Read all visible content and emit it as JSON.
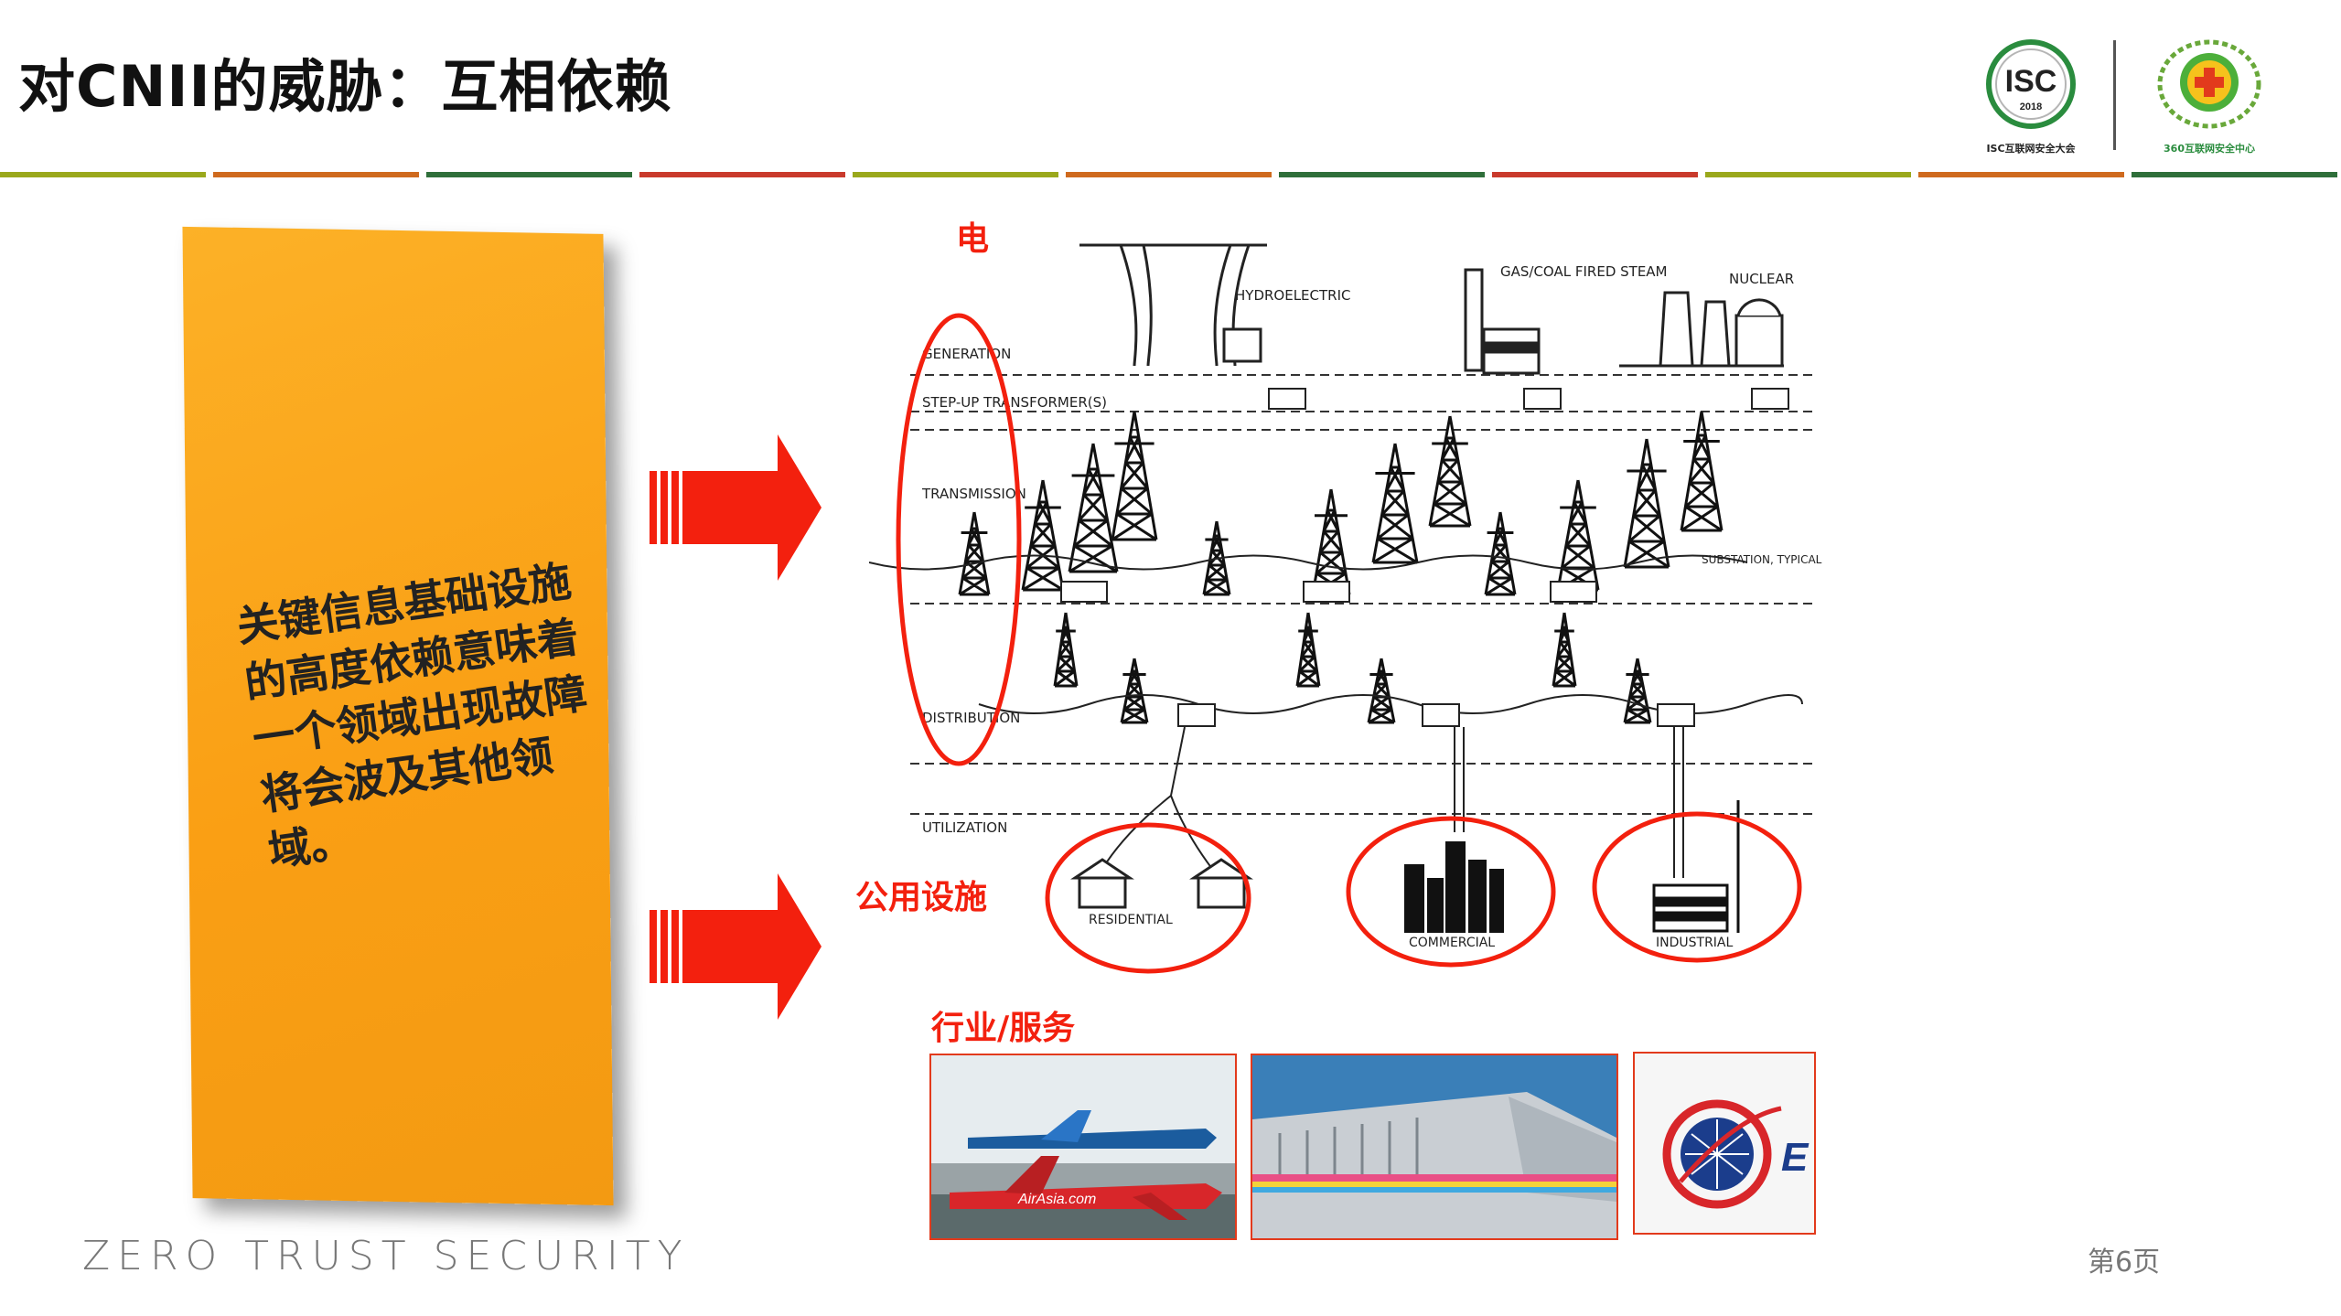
{
  "slide": {
    "title": "对CNII的威胁：互相依赖",
    "page_number": "第6页",
    "footer": "ZERO TRUST SECURITY"
  },
  "logos": {
    "isc_text": "ISC",
    "isc_year": "2018",
    "isc_caption": "ISC互联网安全大会",
    "partner_caption": "360互联网安全中心"
  },
  "card": {
    "text": "关键信息基础设施的高度依赖意味着一个领域出现故障将会波及其他领域。"
  },
  "labels": {
    "electricity": "电",
    "utilities": "公用设施",
    "industry": "行业/服务"
  },
  "diagram": {
    "rows": [
      "GENERATION",
      "STEP-UP TRANSFORMER(S)",
      "TRANSMISSION",
      "DISTRIBUTION",
      "UTILIZATION"
    ],
    "plants": [
      "HYDROELECTRIC",
      "GAS/COAL FIRED STEAM",
      "NUCLEAR"
    ],
    "substation": "SUBSTATION, TYPICAL",
    "consumers": [
      "RESIDENTIAL",
      "COMMERCIAL",
      "INDUSTRIAL"
    ]
  },
  "photos": {
    "airline_text": "AirAsia.com"
  },
  "colors": {
    "accent_red": "#f3200e",
    "card_orange": "#fba11a",
    "rule_colors": [
      "#9aa81c",
      "#cf6a1e",
      "#2f6f3a",
      "#c93a2c"
    ]
  }
}
